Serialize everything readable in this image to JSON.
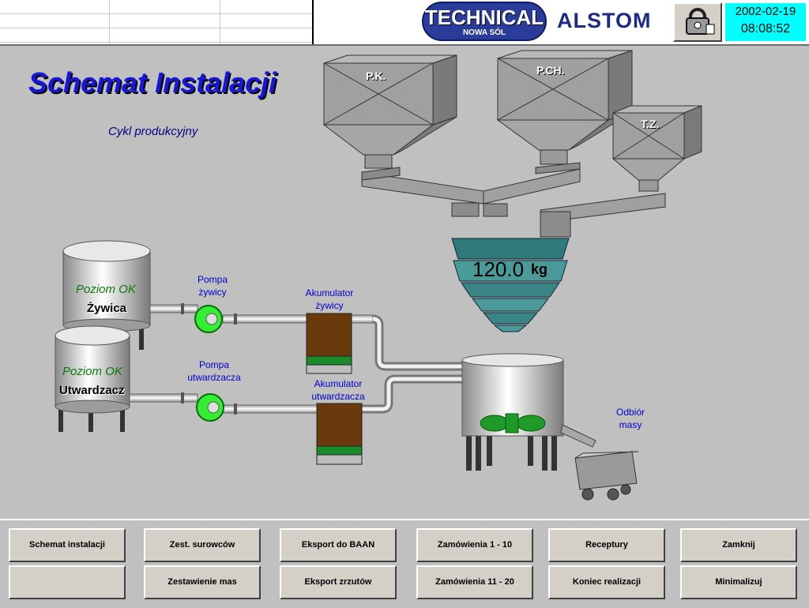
{
  "header": {
    "logo_technical": "TECHNICAL",
    "logo_technical_sub": "NOWA SÓL",
    "logo_alstom": "ALSTOM",
    "lock_icon": "lock-user-icon",
    "date": "2002-02-19",
    "time": "08:08:52"
  },
  "page": {
    "title": "Schemat Instalacji",
    "subtitle": "Cykl produkcyjny"
  },
  "hoppers": {
    "pk": "P.K.",
    "pch": "P.CH.",
    "tz": "T.Z."
  },
  "scale": {
    "value": "120.0",
    "unit": "kg"
  },
  "tanks": {
    "resin_status": "Poziom OK",
    "resin_name": "Żywica",
    "hardener_status": "Poziom OK",
    "hardener_name": "Utwardzacz"
  },
  "labels": {
    "pump_resin": "Pompa żywicy",
    "pump_hardener": "Pompa utwardzacza",
    "acc_resin": "Akumulator żywicy",
    "acc_hardener": "Akumulator utwardzacza",
    "outlet": "Odbiór masy"
  },
  "colors": {
    "title": "#1717d8",
    "status_ok": "#0b7a0b",
    "pump": "#33ee33",
    "clock_bg": "#00ffff",
    "scale": "#3f8a8a"
  },
  "buttons": {
    "row1": [
      "Schemat instalacji",
      "Zest. surowców",
      "Eksport do BAAN",
      "Zamówienia 1 - 10",
      "Receptury",
      "Zamknij"
    ],
    "row2": [
      "",
      "Zestawienie mas",
      "Eksport zrzutów",
      "Zamówienia 11 - 20",
      "Koniec realizacji",
      "Minimalizuj"
    ]
  }
}
